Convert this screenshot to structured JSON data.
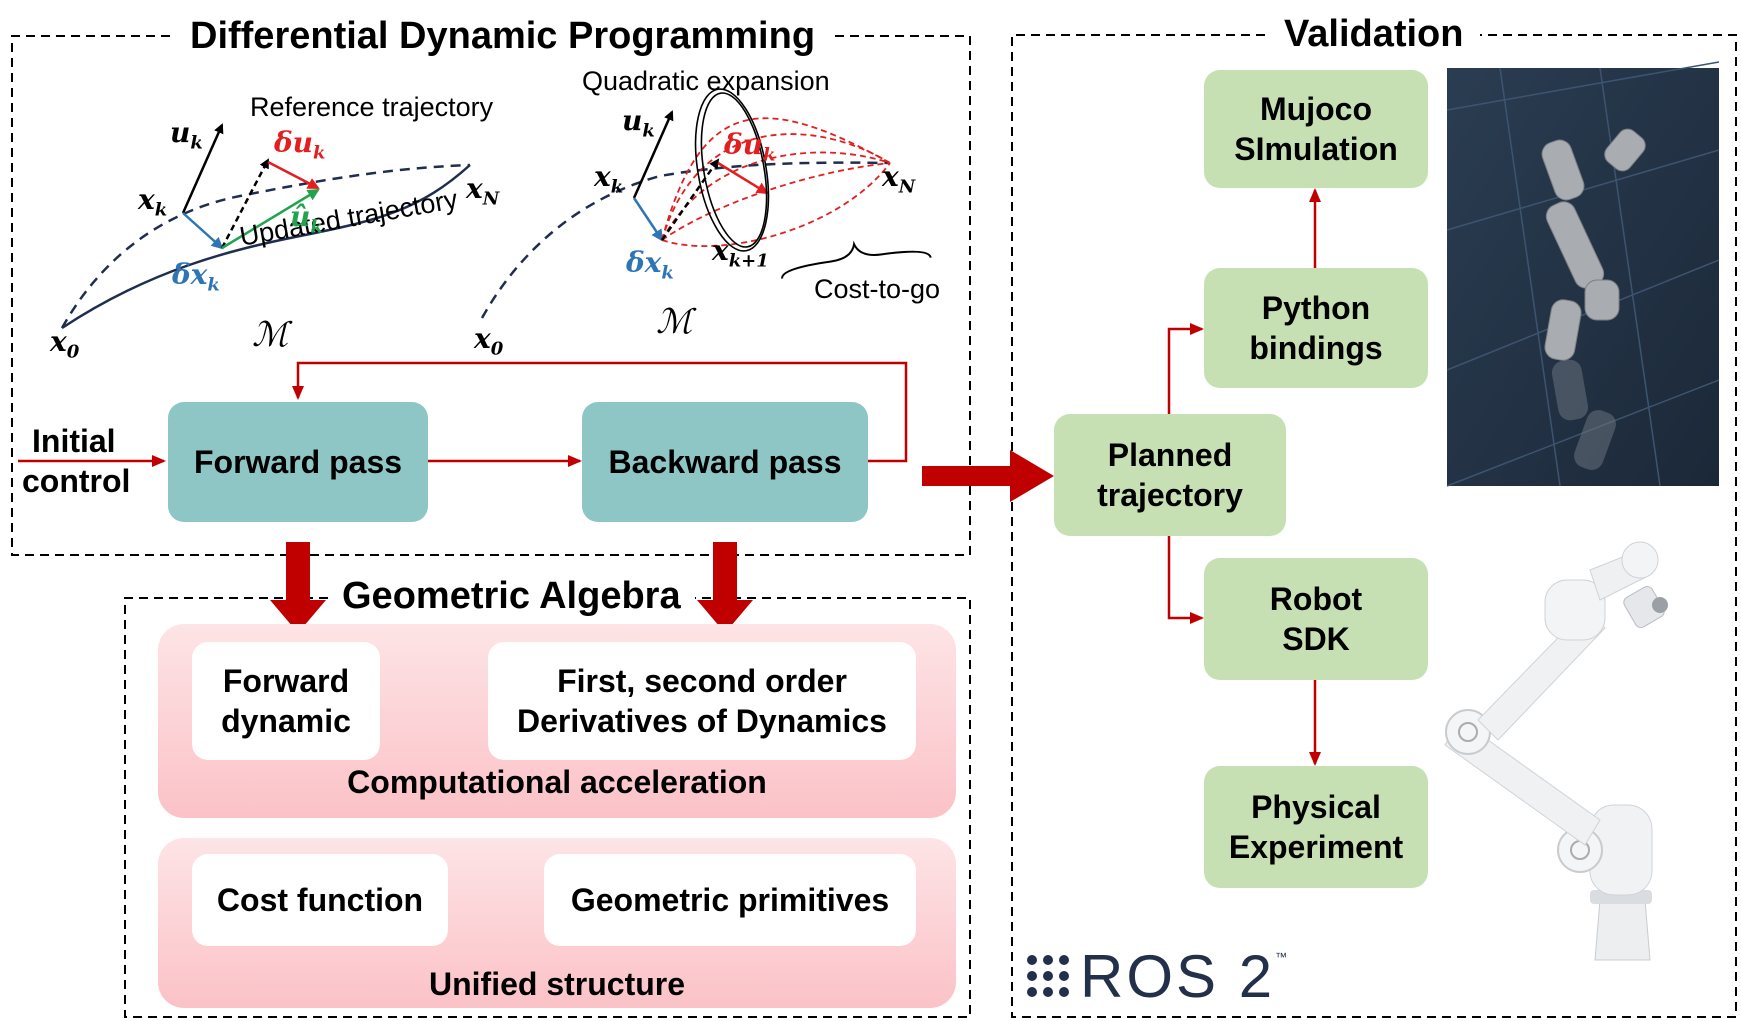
{
  "ddp": {
    "title": "Differential Dynamic Programming",
    "left": {
      "ref_label": "Reference trajectory",
      "upd_label": "Updated trajectory",
      "u_k": "u",
      "u_k_sub": "k",
      "x_k": "x",
      "x_k_sub": "k",
      "du_k": "δu",
      "du_k_sub": "k",
      "uhat_k": "û",
      "uhat_k_sub": "k",
      "dx_k": "δx",
      "dx_k_sub": "k",
      "x_N": "x",
      "x_N_sub": "N",
      "x_0": "x",
      "x_0_sub": "0",
      "manifold": "ℳ"
    },
    "right": {
      "quad_label": "Quadratic expansion",
      "cost_label": "Cost-to-go",
      "u_k": "u",
      "u_k_sub": "k",
      "x_k": "x",
      "x_k_sub": "k",
      "du_k": "δu",
      "du_k_sub": "k",
      "dx_k": "δx",
      "dx_k_sub": "k",
      "x_k1": "x",
      "x_k1_sub": "k+1",
      "x_N": "x",
      "x_N_sub": "N",
      "x_0": "x",
      "x_0_sub": "0",
      "manifold": "ℳ"
    },
    "initial_control": [
      "Initial",
      "control"
    ],
    "forward_pass": "Forward pass",
    "backward_pass": "Backward pass"
  },
  "ga": {
    "title": "Geometric Algebra",
    "forward_dynamic": [
      "Forward",
      "dynamic"
    ],
    "derivatives": [
      "First, second order",
      "Derivatives of Dynamics"
    ],
    "comp_accel": "Computational acceleration",
    "cost_function": "Cost function",
    "geo_primitives": "Geometric primitives",
    "unified": "Unified structure"
  },
  "validation": {
    "title": "Validation",
    "planned": [
      "Planned",
      "trajectory"
    ],
    "mujoco": [
      "Mujoco",
      "SImulation"
    ],
    "python": [
      "Python",
      "bindings"
    ],
    "robot_sdk": [
      "Robot",
      "SDK"
    ],
    "physical": [
      "Physical",
      "Experiment"
    ],
    "ros_logo": "ROS 2",
    "ros_tm": "™"
  },
  "colors": {
    "red_arrow": "#c00000",
    "teal": "#8ec6c5",
    "green_box": "#c6e0b4",
    "navy_curve": "#1f2d4e",
    "blue": "#2e75b6",
    "green_vec": "#21a350",
    "red_vec": "#e41e1e"
  }
}
